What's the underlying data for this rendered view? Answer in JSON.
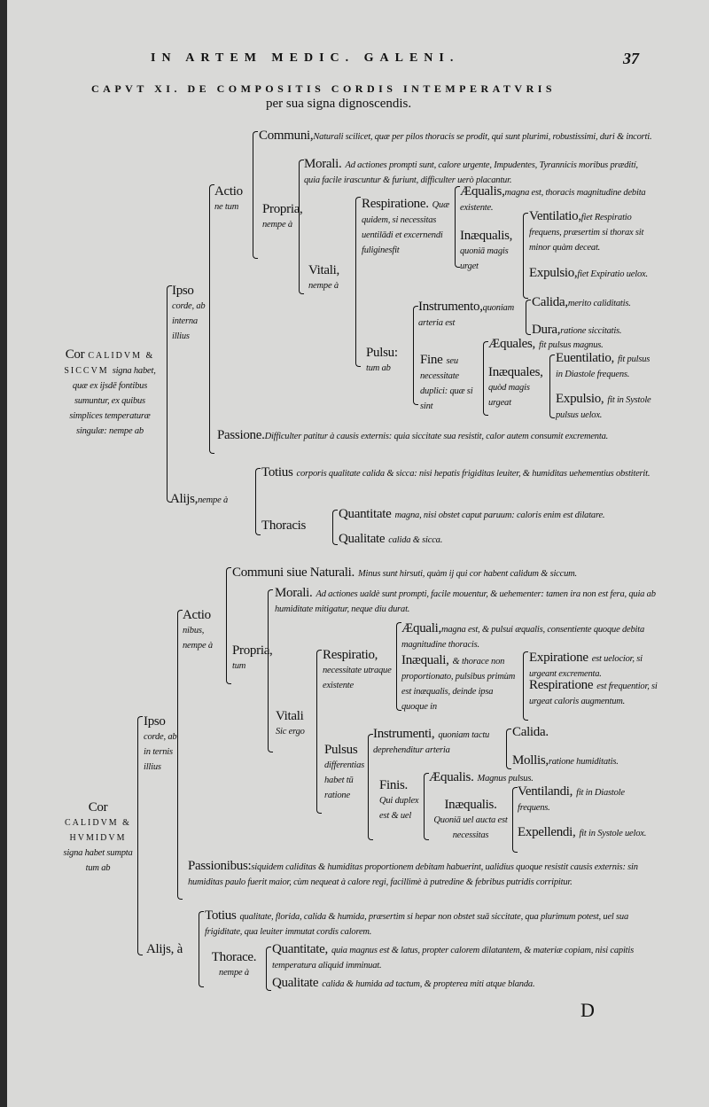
{
  "header": {
    "running_title": "IN ARTEM MEDIC. GALENI.",
    "page_number": "37"
  },
  "title": {
    "line1": "CAPVT XI. DE COMPOSITIS CORDIS INTEMPERATVRIS",
    "line2": "per sua signa dignoscendis."
  },
  "s1": {
    "cor_head": "Cor",
    "cor_sc": "CALIDVM & SICCVM",
    "cor_text": "signa habet, quæ ex ijsdē fontibus sumuntur, ex quibus simplices temperaturæ singulæ: nempe ab",
    "ipso": "Ipso",
    "ipso_t": "corde, ab interna illius",
    "actio": "Actio",
    "actio_t": "ne tum",
    "communi": "Communi,",
    "communi_t": "Naturali scilicet, quæ per pilos thoracis se prodit, qui sunt plurimi, robustissimi, duri & incorti.",
    "propria": "Propria,",
    "propria_t": "nempe à",
    "morali": "Morali.",
    "morali_t": "Ad actiones prompti sunt, calore urgente, Impudentes, Tyrannicis moribus prædití, quia facile irascuntur & furiunt, difficulter uerò placantur.",
    "vitali": "Vitali,",
    "vitali_t": "nempe à",
    "resp": "Respiratione.",
    "resp_t": "Quæ quidem, si necessitas uentilādi et excernendi fuliginesfit",
    "aequalis": "Æqualis,",
    "aequalis_t": "magna est, thoracis magnitudine debita existente.",
    "inaeq": "Inæqualis,",
    "inaeq_t": "quoniā magis urget",
    "ventilatio": "Ventilatio,",
    "ventilatio_t": "fiet Respiratio frequens, præsertim si thorax sit minor quàm deceat.",
    "expulsio": "Expulsio,",
    "expulsio_t": "fiet Expiratio uelox.",
    "pulsu": "Pulsu:",
    "pulsu_t": "tum ab",
    "instrumento": "Instrumento,",
    "instrumento_t": "quoniam arteria est",
    "calida": "Calida,",
    "calida_t": "merito caliditatis.",
    "dura": "Dura,",
    "dura_t": "ratione siccitatis.",
    "fine": "Fine",
    "fine_t": "seu necessitate duplici: quæ si sint",
    "aequales": "Æquales,",
    "aequales_t": "fit pulsus magnus.",
    "inaequales": "Inæquales,",
    "inaequales_t": "quòd magis urgeat",
    "euentilatio": "Euentilatio,",
    "euentilatio_t": "fit pulsus in Diastole frequens.",
    "expulsio2": "Expulsio,",
    "expulsio2_t": "fit in Systole pulsus uelox.",
    "passione": "Passione.",
    "passione_t": "Difficulter patitur à causis externis: quia siccitate sua resistit, calor autem consumit excrementa.",
    "alijs": "Alijs,",
    "alijs_t": "nempe à",
    "totius": "Totius",
    "totius_t": "corporis qualitate calida & sicca: nisi hepatis frigiditas leuiter, & humiditas uehementius obstiterit.",
    "thoracis": "Thoracis",
    "quantitate": "Quantitate",
    "quantitate_t": "magna, nisi obstet caput paruum: caloris enim est dilatare.",
    "qualitate": "Qualitate",
    "qualitate_t": "calida & sicca."
  },
  "s2": {
    "cor_head": "Cor",
    "cor_sc": "CALIDVM & HVMIDVM",
    "cor_text": "signa habet sumpta tum ab",
    "ipso": "Ipso",
    "ipso_t": "corde, ab in ternis illius",
    "actio": "Actio",
    "actio_t": "nibus, nempe à",
    "communi": "Communi siue Naturali.",
    "communi_t": "Minus sunt hirsuti, quàm ij qui cor habent calidum & siccum.",
    "propria": "Propria,",
    "propria_t": "tum",
    "morali": "Morali.",
    "morali_t": "Ad actiones ualdè sunt prompti, facile mouentur, & uehementer: tamen ira non est fera, quia ab humiditate mitigatur, neque diu durat.",
    "vitali": "Vitali",
    "vitali_t": "Sic ergo",
    "resp": "Respiratio,",
    "resp_t": "necessitate utraque existente",
    "aequali": "Æquali,",
    "aequali_t": "magna est, & pulsui æqualis, consentiente quoque debita magnitudine thoracis.",
    "inaequali": "Inæquali,",
    "inaequali_t": "& thorace non proportionato, pulsibus primùm est inæqualis, deinde ipsa quoque in",
    "expiratione": "Expiratione",
    "expiratione_t": "est uelocior, si urgeant excrementa.",
    "respiratione": "Respiratione",
    "respiratione_t": "est frequentior, si urgeat caloris augmentum.",
    "pulsus": "Pulsus",
    "pulsus_t": "differentias habet tū ratione",
    "instrumenti": "Instrumenti,",
    "instrumenti_t": "quoniam tactu deprehenditur arteria",
    "calida": "Calida.",
    "mollis": "Mollis,",
    "mollis_t": "ratione humiditatis.",
    "finis": "Finis.",
    "finis_t": "Qui duplex est & uel",
    "aequalis": "Æqualis.",
    "aequalis_t": "Magnus pulsus.",
    "inaequalis": "Inæqualis.",
    "inaequalis_t": "Quoniā uel aucta est necessitas",
    "ventilandi": "Ventilandi,",
    "ventilandi_t": "fit in Diastole frequens.",
    "expellendi": "Expellendi,",
    "expellendi_t": "fit in Systole uelox.",
    "passionibus": "Passionibus:",
    "passionibus_t": "siquidem caliditas & humiditas proportionem debitam habuerint, ualidius quoque resistit causis externis: sin humiditas paulo fuerit maior, cùm nequeat à calore regi, facillimè à putredine & febribus putridis corripitur.",
    "alijs": "Alijs, à",
    "totius": "Totius",
    "totius_t": "qualitate, florida, calida & humida, præsertim si hepar non obstet suā siccitate, qua plurimum potest, uel sua frigiditate, qua leuiter immutat cordis calorem.",
    "thorace": "Thorace.",
    "thorace_t": "nempe à",
    "quantitate": "Quantitate,",
    "quantitate_t": "quia magnus est & latus, propter calorem dilatantem, & materiæ copiam, nisi capitis temperatura aliquid imminuat.",
    "qualitate": "Qualitate",
    "qualitate_t": "calida & humida ad tactum, & propterea miti atque blanda."
  },
  "signature": "D"
}
